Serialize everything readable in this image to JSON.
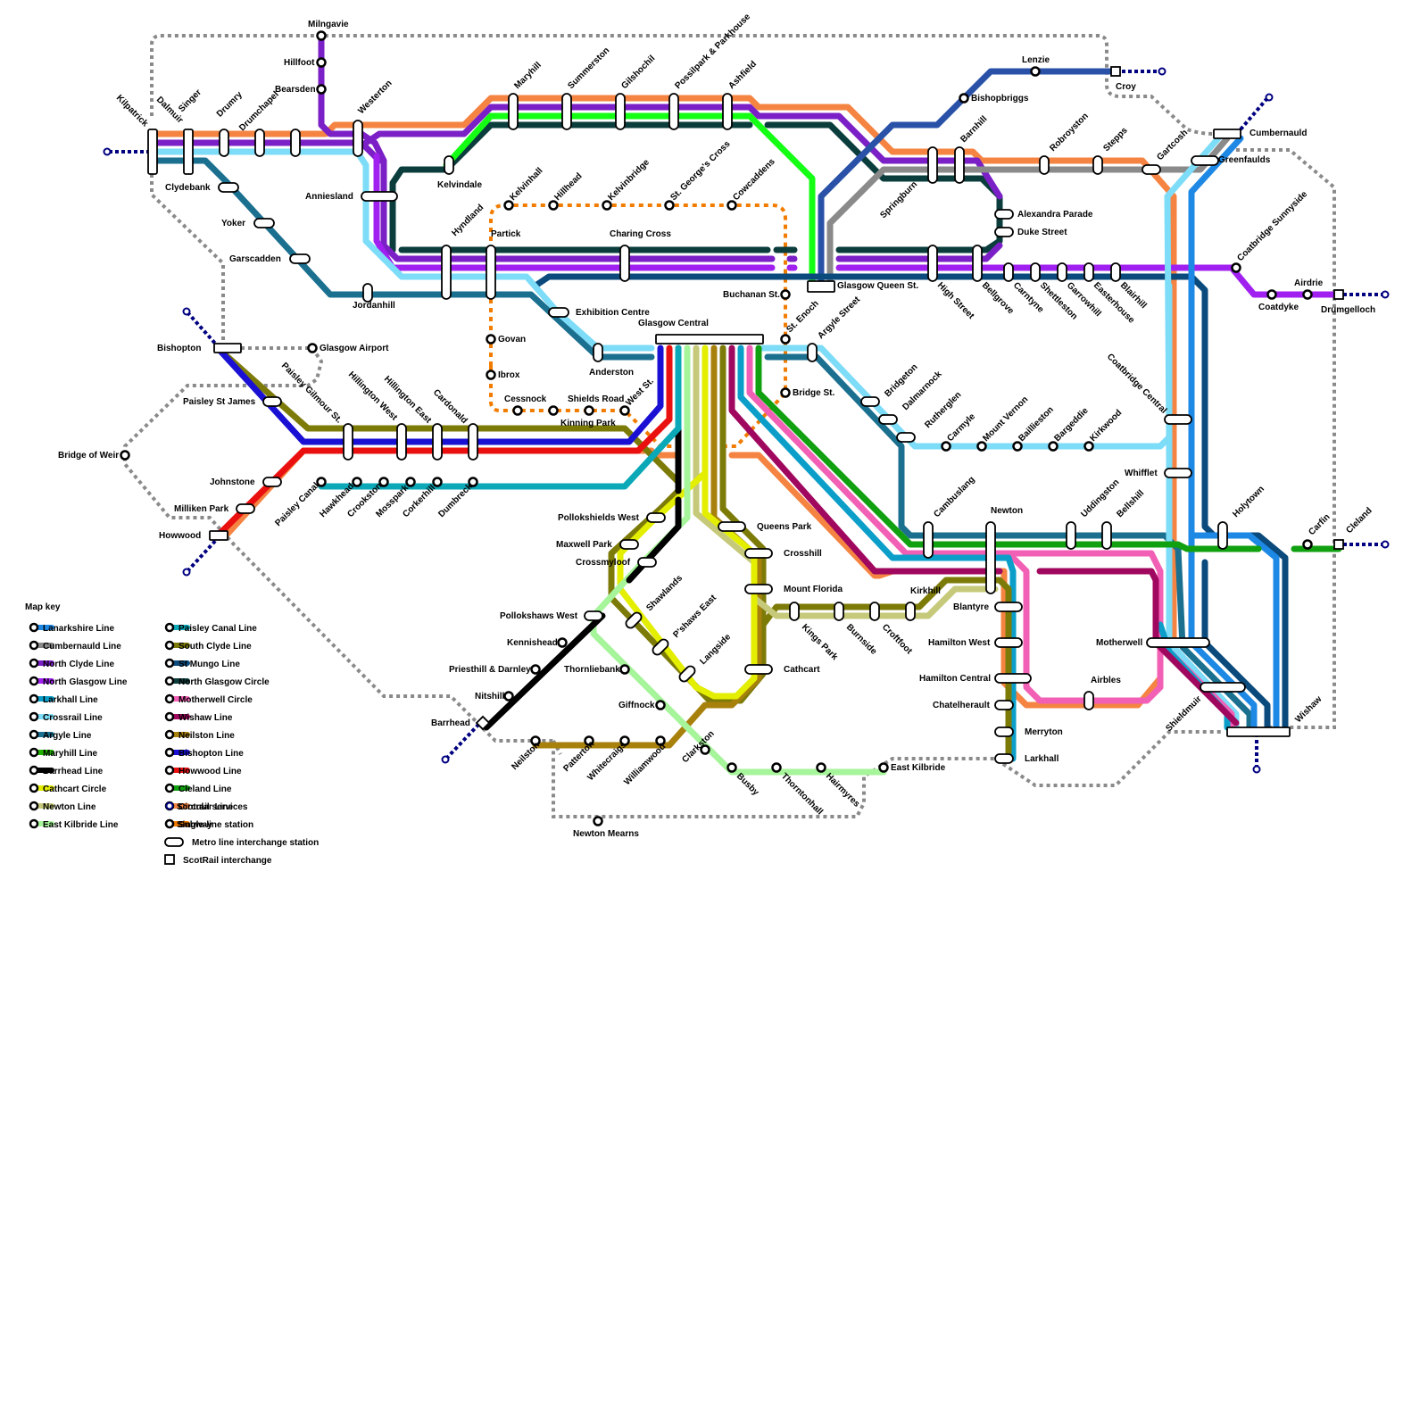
{
  "colors": {
    "lanarkshire": "#1e88e5",
    "cumbernauld": "#8a8a8a",
    "north_clyde": "#7b1fc6",
    "north_glasgow": "#a020f0",
    "larkhall": "#0a9ec9",
    "crossrail": "#7ddcf7",
    "argyle": "#1b6f8f",
    "maryhill": "#22b200",
    "barrhead": "#000000",
    "cathcart": "#e3ee00",
    "newton": "#c5c979",
    "east_kilbride": "#a6f59a",
    "paisley_canal": "#0ba8b8",
    "south_clyde": "#7d7b08",
    "st_mungo": "#0a4a7c",
    "north_glasgow_circle": "#0c3d3d",
    "motherwell_circle": "#f260b5",
    "wishaw": "#a0075e",
    "neilston": "#a8800c",
    "bishopton": "#1a10d4",
    "howwood": "#ea1010",
    "cleland": "#10a010",
    "circular": "#f58442",
    "subway": "#f27c00",
    "scotrail": "#000080",
    "cumbernauld_dark": "#2a51a8",
    "queen_st_green": "#14ff14"
  },
  "stations": {
    "milngavie": "Milngavie",
    "hillfoot": "Hillfoot",
    "bearsden": "Bearsden",
    "kilpatrick": "Kilpatrick",
    "dalmuir": "Dalmuir",
    "singer": "Singer",
    "drumry": "Drumry",
    "drumchapel": "Drumchapel",
    "westerton": "Westerton",
    "maryhill": "Maryhill",
    "summerston": "Summerston",
    "gilshochil": "Gilshochil",
    "possilpark": "Possilpark & Parkhouse",
    "ashfield": "Ashfield",
    "lenzie": "Lenzie",
    "croy": "Croy",
    "bishopbriggs": "Bishopbriggs",
    "cumbernauld": "Cumbernauld",
    "greenfaulds": "Greenfaulds",
    "gartcosh": "Gartcosh",
    "stepps": "Stepps",
    "robroyston": "Robroyston",
    "barnhill": "Barnhill",
    "springburn": "Springburn",
    "alexandra_parade": "Alexandra Parade",
    "duke_street": "Duke Street",
    "clydebank": "Clydebank",
    "yoker": "Yoker",
    "garscadden": "Garscadden",
    "anniesland": "Anniesland",
    "kelvindale": "Kelvindale",
    "jordanhill": "Jordanhill",
    "hyndland": "Hyndland",
    "partick": "Partick",
    "charing_cross": "Charing Cross",
    "kelvinhall": "Kelvinhall",
    "hillhead": "Hillhead",
    "kelvinbridge": "Kelvinbridge",
    "st_georges_cross": "St. George's Cross",
    "cowcaddens": "Cowcaddens",
    "buchanan_st": "Buchanan St.",
    "glasgow_queen_st": "Glasgow Queen St.",
    "high_street": "High Street",
    "bellgrove": "Bellgrove",
    "carntyne": "Carntyne",
    "shettleston": "Shettleston",
    "garrowhill": "Garrowhill",
    "easterhouse": "Easterhouse",
    "blairhill": "Blairhill",
    "coatbridge_sunnyside": "Coatbridge Sunnyside",
    "coatdyke": "Coatdyke",
    "airdrie": "Airdrie",
    "drumgelloch": "Drumgelloch",
    "exhibition_centre": "Exhibition Centre",
    "anderston": "Anderston",
    "glasgow_central": "Glasgow Central",
    "st_enoch": "St. Enoch",
    "argyle_street": "Argyle Street",
    "bridge_st": "Bridge St.",
    "govan": "Govan",
    "ibrox": "Ibrox",
    "cessnock": "Cessnock",
    "kinning_park": "Kinning Park",
    "shields_road": "Shields Road",
    "west_st": "West St.",
    "bishopton": "Bishopton",
    "glasgow_airport": "Glasgow Airport",
    "paisley_st_james": "Paisley St James",
    "paisley_gilmour_st": "Paisley Gilmour St.",
    "hillington_west": "Hillington West",
    "hillington_east": "Hillington East",
    "cardonald": "Cardonald",
    "bridge_of_weir": "Bridge of Weir",
    "johnstone": "Johnstone",
    "milliken_park": "Milliken Park",
    "howwood": "Howwood",
    "paisley_canal": "Paisley Canal",
    "hawkhead": "Hawkhead",
    "crookston": "Crookston",
    "mosspark": "Mosspark",
    "corkerhill": "Corkerhill",
    "dumbreck": "Dumbreck",
    "bridgeton": "Bridgeton",
    "dalmarnock": "Dalmarnock",
    "rutherglen": "Rutherglen",
    "carmyle": "Carmyle",
    "mount_vernon": "Mount Vernon",
    "baillieston": "Baillieston",
    "bargeddie": "Bargeddie",
    "kirkwood": "Kirkwood",
    "coatbridge_central": "Coatbridge Central",
    "whifflet": "Whifflet",
    "cambuslang": "Cambuslang",
    "newton": "Newton",
    "uddingston": "Uddingston",
    "bellshill": "Bellshill",
    "holytown": "Holytown",
    "carfin": "Carfin",
    "cleland": "Cleland",
    "pollokshields_west": "Pollokshields West",
    "maxwell_park": "Maxwell Park",
    "crossmyloof": "Crossmyloof",
    "queens_park": "Queens Park",
    "crosshill": "Crosshill",
    "mount_florida": "Mount Florida",
    "kings_park": "Kings Park",
    "burnside": "Burnside",
    "croftfoot": "Croftfoot",
    "kirkhill": "Kirkhill",
    "blantyre": "Blantyre",
    "hamilton_west": "Hamilton West",
    "hamilton_central": "Hamilton Central",
    "chatelherault": "Chatelherault",
    "merryton": "Merryton",
    "larkhall": "Larkhall",
    "motherwell": "Motherwell",
    "airbles": "Airbles",
    "shieldmuir": "Shieldmuir",
    "wishaw": "Wishaw",
    "pollokshaws_west": "Pollokshaws West",
    "shawlands": "Shawlands",
    "pshaws_east": "P'shaws East",
    "langside": "Langside",
    "cathcart": "Cathcart",
    "kennishead": "Kennishead",
    "priesthill": "Priesthill & Darnley",
    "nitshill": "Nitshill",
    "barrhead": "Barrhead",
    "thornliebank": "Thornliebank",
    "giffnock": "Giffnock",
    "clarkston": "Clarkston",
    "busby": "Busby",
    "thorntonhall": "Thorntonhall",
    "hairmyres": "Hairmyres",
    "east_kilbride": "East Kilbride",
    "neilston": "Neilston",
    "patterton": "Patterton",
    "whitecraigs": "Whitecraigs",
    "williamwood": "Williamwood",
    "newton_mearns": "Newton Mearns"
  },
  "legend": {
    "title": "Map key",
    "lines": [
      {
        "label": "Lanarkshire Line",
        "color": "#1e88e5"
      },
      {
        "label": "Cumbernauld Line",
        "color": "#8a8a8a"
      },
      {
        "label": "North Clyde Line",
        "color": "#7b1fc6"
      },
      {
        "label": "North Glasgow Line",
        "color": "#a020f0"
      },
      {
        "label": "Larkhall Line",
        "color": "#0a9ec9"
      },
      {
        "label": "Crossrail Line",
        "color": "#7ddcf7"
      },
      {
        "label": "Argyle Line",
        "color": "#1b6f8f"
      },
      {
        "label": "Maryhill Line",
        "color": "#22b200"
      },
      {
        "label": "Barrhead Line",
        "color": "#000000"
      },
      {
        "label": "Cathcart Circle",
        "color": "#e3ee00"
      },
      {
        "label": "Newton Line",
        "color": "#c5c979"
      },
      {
        "label": "East Kilbride Line",
        "color": "#a6f59a"
      },
      {
        "label": "Paisley Canal Line",
        "color": "#0ba8b8"
      },
      {
        "label": "South Clyde Line",
        "color": "#7d7b08"
      },
      {
        "label": "St Mungo Line",
        "color": "#0a4a7c"
      },
      {
        "label": "North Glasgow Circle",
        "color": "#0c3d3d"
      },
      {
        "label": "Motherwell Circle",
        "color": "#f260b5"
      },
      {
        "label": "Wishaw Line",
        "color": "#a0075e"
      },
      {
        "label": "Neilston Line",
        "color": "#a8800c"
      },
      {
        "label": "Bishopton Line",
        "color": "#1a10d4"
      },
      {
        "label": "Howwood Line",
        "color": "#ea1010"
      },
      {
        "label": "Cleland Line",
        "color": "#10a010"
      },
      {
        "label": "Circular Line",
        "color": "#f58442"
      },
      {
        "label": "Subway",
        "color": "#f27c00"
      }
    ],
    "symbols": [
      {
        "label": "Scotrail services",
        "icon": "scotrail-service-icon"
      },
      {
        "label": "Single-line station",
        "icon": "station-icon"
      },
      {
        "label": "Metro line interchange station",
        "icon": "interchange-icon"
      },
      {
        "label": "ScotRail interchange",
        "icon": "scotrail-interchange-icon"
      }
    ]
  }
}
